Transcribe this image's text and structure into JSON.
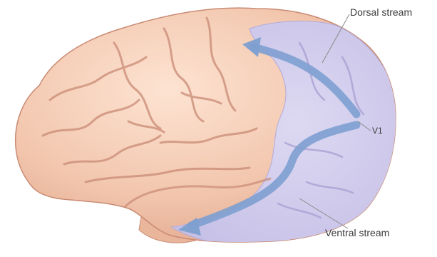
{
  "figure": {
    "labels": {
      "dorsal": "Dorsal stream",
      "v1": "V1",
      "ventral": "Ventral stream"
    },
    "colors": {
      "cortex": "#f2c6ad",
      "cortex_shadow": "#d99c84",
      "sulcus": "#c98a74",
      "occipital_region": "#ccc6ea",
      "stream_arrow": "#7d9fd0",
      "leader_line": "#8a8a8a"
    }
  }
}
